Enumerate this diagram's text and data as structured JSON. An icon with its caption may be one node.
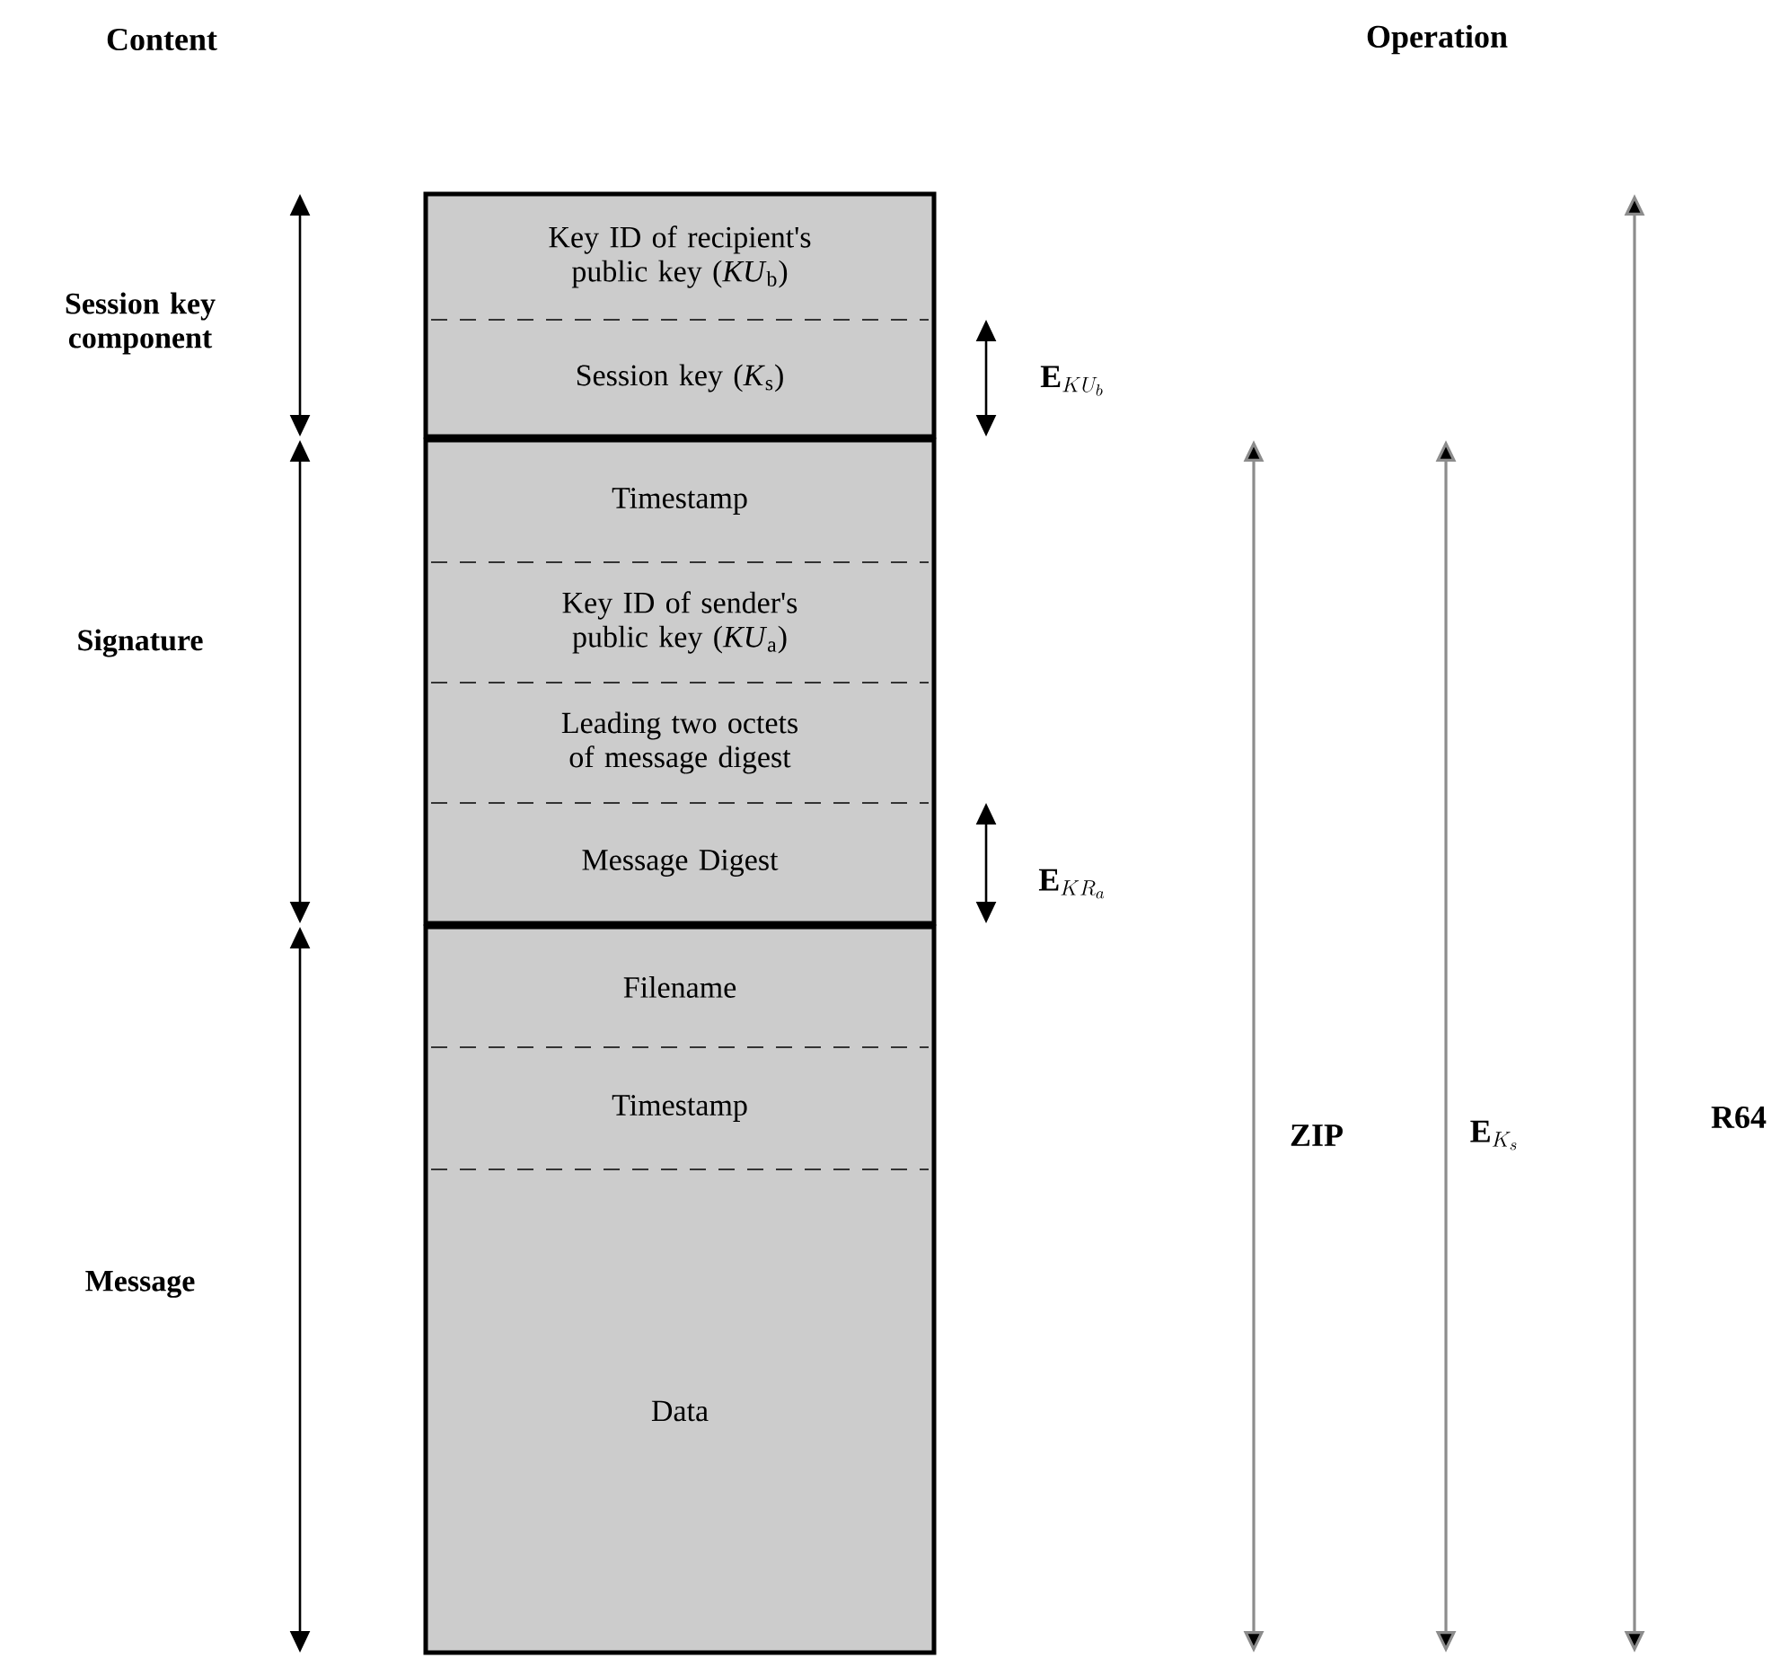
{
  "diagram": {
    "nodes": [
      {
        "text": [],
        "shape": "box"
      },
      {
        "text": [
          "Key ID of recipient's public key (*KU*$_{b}$)"
        ],
        "in": 0
      },
      {
        "text": [
          "Session key (*K*$_{s}$)"
        ],
        "in": 0
      },
      {
        "text": [],
        "shape": "box"
      },
      {
        "text": [
          "Timestamp"
        ],
        "in": 3
      },
      {
        "text": [
          "Key ID of sender's public key (*KU*$_{a}$)"
        ],
        "in": 3
      },
      {
        "text": [
          "Leading two octets of message digest"
        ],
        "in": 3
      },
      {
        "text": [
          "Message Digest"
        ],
        "in": 3
      },
      {
        "text": [],
        "shape": "box"
      },
      {
        "text": [
          "Filename"
        ],
        "in": 8
      },
      {
        "text": [
          "Timestamp"
        ],
        "in": 8
      },
      {
        "text": [
          "Data"
        ],
        "in": 8
      }
    ],
    "labels": [
      "Content",
      "Operation",
      "Session key component",
      "\\mathbf{E}_{KU_b}",
      "Signature",
      "\\mathbf{E}_{KR_a}",
      "ZIP",
      "\\mathbf{E}_{K_s}",
      "R64",
      "Message"
    ]
  }
}
